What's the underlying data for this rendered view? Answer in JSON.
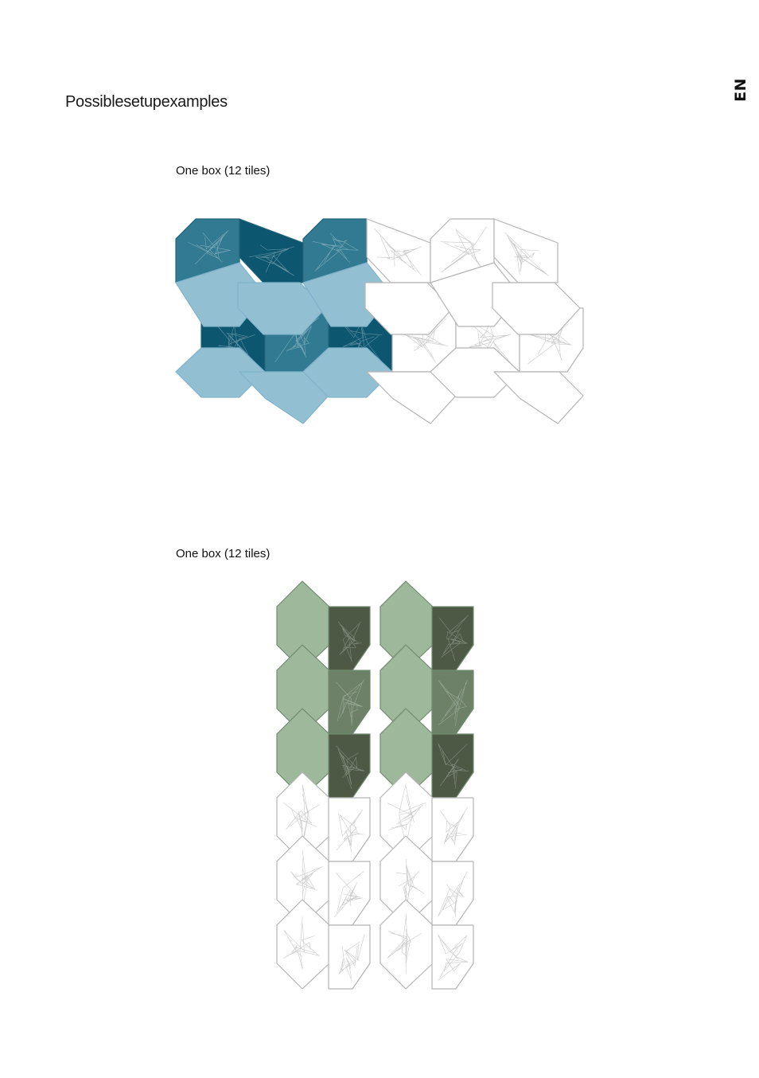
{
  "page": {
    "title": "Possiblesetupexamples",
    "language_tag": "EN"
  },
  "examples": [
    {
      "caption": "One box (12 tiles)",
      "colors": {
        "light": "#93bfd3",
        "mid": "#317a91",
        "dark": "#0d566f",
        "empty_stroke": "#b4b4b4"
      }
    },
    {
      "caption": "One box (12 tiles)",
      "colors": {
        "light": "#9eb89b",
        "mid": "#6c8168",
        "dark": "#4d5845",
        "empty_stroke": "#b4b4b4"
      }
    }
  ]
}
